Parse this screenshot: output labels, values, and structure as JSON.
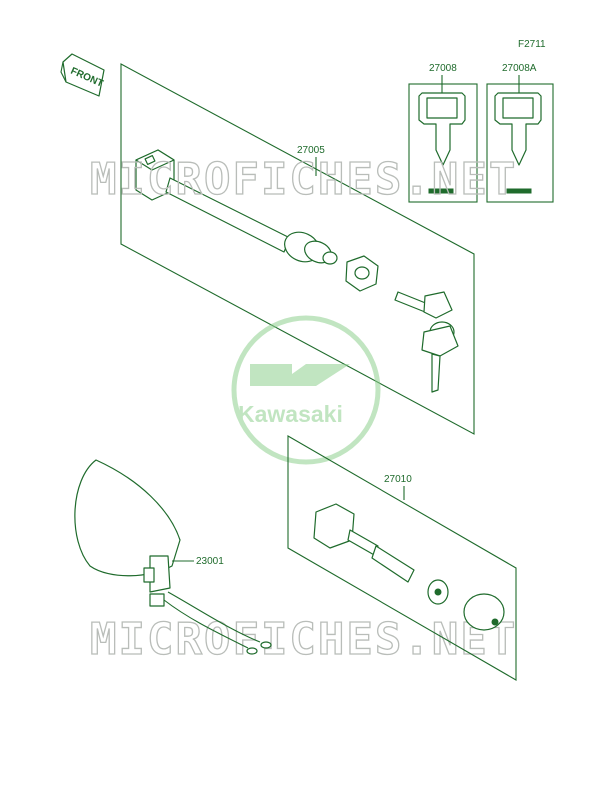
{
  "figure_code": "F2711",
  "front_label": "FRONT",
  "watermark": "MICROFICHES.NET",
  "logo_text": "Kawasaki",
  "parts": {
    "switch_assy": "27005",
    "key_blank": "27008",
    "key_blank_a": "27008A",
    "light_switch": "27010",
    "lamp": "23001"
  },
  "colors": {
    "line": "#1f6b2c",
    "watermark": "#b9bdb9",
    "logo": "#8fd08f"
  }
}
